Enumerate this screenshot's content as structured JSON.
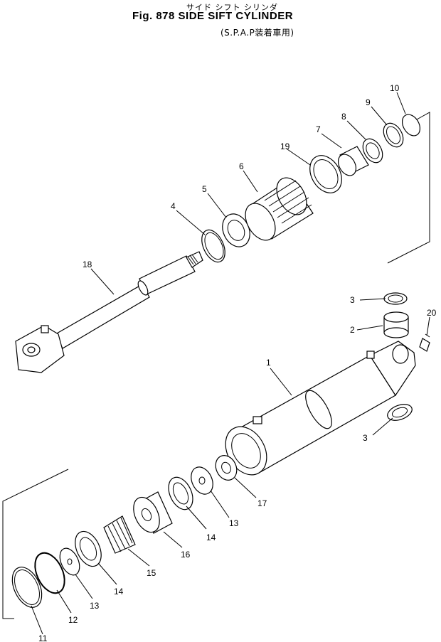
{
  "title": {
    "japanese": "サイド シフト シリンダ",
    "main": "Fig. 878 SIDE SIFT CYLINDER",
    "sub": "(S.P.A.P装着車用)"
  },
  "callouts": [
    "1",
    "2",
    "3",
    "3",
    "4",
    "5",
    "6",
    "7",
    "8",
    "9",
    "10",
    "11",
    "12",
    "13",
    "13",
    "14",
    "14",
    "15",
    "16",
    "17",
    "18",
    "19",
    "20"
  ]
}
